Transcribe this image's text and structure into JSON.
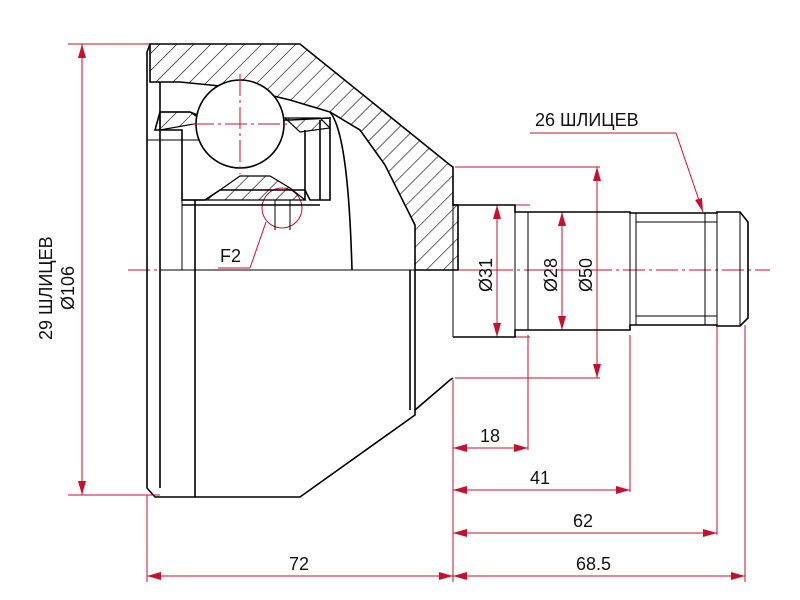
{
  "drawing": {
    "colors": {
      "outline": "#000000",
      "dimension": "#c8102e",
      "background": "#ffffff"
    },
    "labels": {
      "spline_outer": "26 ШЛИЦЕВ",
      "spline_inner": "29 ШЛИЦЕВ",
      "diameter_body": "Ø106",
      "detail": "F2",
      "d31": "Ø31",
      "d28": "Ø28",
      "d50": "Ø50",
      "len18": "18",
      "len41": "41",
      "len62": "62",
      "len72": "72",
      "len68_5": "68.5"
    }
  }
}
